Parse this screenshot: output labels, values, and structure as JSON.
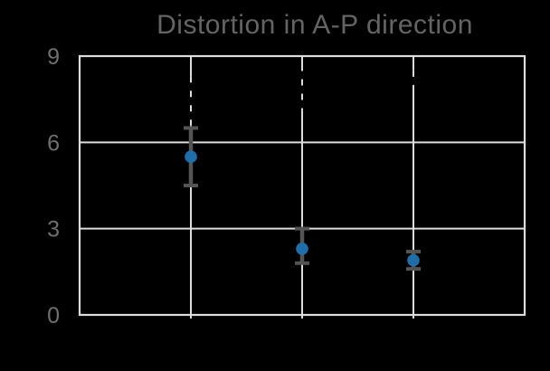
{
  "chart_data": {
    "type": "scatter",
    "title": "Distortion in A-P direction",
    "x": [
      1,
      2,
      3
    ],
    "y": [
      5.5,
      2.3,
      1.9
    ],
    "error_up": [
      1.0,
      0.7,
      0.3
    ],
    "error_down": [
      1.0,
      0.5,
      0.3
    ],
    "ghost_dash_ranges": [
      [
        6.6,
        8.3
      ],
      [
        7.1,
        8.7
      ],
      [
        7.9,
        8.5
      ]
    ],
    "xlim": [
      0,
      4
    ],
    "ylim": [
      0,
      9
    ],
    "yticks": [
      0,
      3,
      6,
      9
    ],
    "xticks_unlabeled": [
      1,
      2,
      3
    ],
    "xlabel": "",
    "ylabel": "",
    "grid": true,
    "legend": false,
    "colors": {
      "background": "#000000",
      "marker": "#1e6fa9",
      "error_bar": "#545454",
      "gridline": "#dcdcdc",
      "title_text": "#646464",
      "tick_text": "#6f6f6f"
    }
  }
}
